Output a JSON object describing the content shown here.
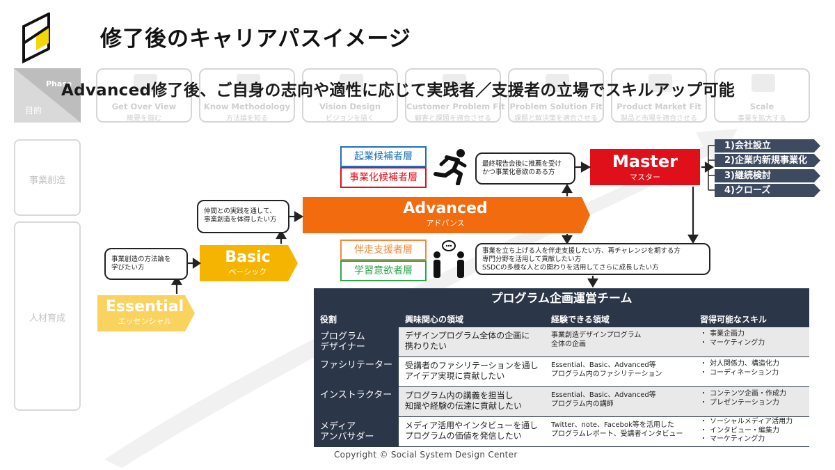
{
  "title": "修了後のキャリアパスイメージ",
  "banner": "Advanced修了後、ご自身の志向や適性に応じて実践者／支援者の立場でスキルアップ可能",
  "phase_header": {
    "phase": "Phase",
    "purpose": "目的"
  },
  "phases": [
    {
      "en": "Get Over View",
      "jp": "概要を掴む"
    },
    {
      "en": "Know Methodology",
      "jp": "方法論を知る"
    },
    {
      "en": "Vision Design",
      "jp": "ビジョンを描く"
    },
    {
      "en": "Customer Problem Fit",
      "jp": "顧客と課題を適合させる"
    },
    {
      "en": "Problem Solution Fit",
      "jp": "課題と解決策を適合させる"
    },
    {
      "en": "Product Market Fit",
      "jp": "製品と市場を適合させる"
    },
    {
      "en": "Scale",
      "jp": "事業を拡大する"
    }
  ],
  "side_labels": {
    "business": "事業創造",
    "talent": "人材育成"
  },
  "levels": {
    "essential": {
      "en": "Essential",
      "jp": "エッセンシャル"
    },
    "basic": {
      "en": "Basic",
      "jp": "ベーシック"
    },
    "advanced": {
      "en": "Advanced",
      "jp": "アドバンス"
    },
    "master": {
      "en": "Master",
      "jp": "マスター"
    }
  },
  "notes": {
    "essential": "事業創造の方法論を\n学びたい方",
    "basic": "仲間との実践を通して、\n事業創造を体得したい方",
    "master": "最終報告会後に推薦を受け\nかつ事業化意欲のある方",
    "support": "事業を立ち上げる人を伴走支援したい方、再チャレンジを期する方\n専門分野を活用して貢献したい方\nSSDCの多様な人との関わりを活用してさらに成長したい方"
  },
  "candidates": {
    "founder": "起業候補者層",
    "commercialize": "事業化候補者層",
    "supporter": "伴走支援者層",
    "learner": "学習意欲者層"
  },
  "goals": [
    "1)会社設立",
    "2)企業内新規事業化",
    "3)継続検討",
    "4)クローズ"
  ],
  "team": {
    "title": "プログラム企画運営チーム",
    "headers": [
      "役割",
      "興味関心の領域",
      "経験できる領域",
      "習得可能なスキル"
    ],
    "rows": [
      {
        "role": "プログラム\nデザイナー",
        "interest": "デザインプログラム全体の企画に\n携わりたい",
        "experience": "事業創造デザインプログラム\n全体の企画",
        "skills": [
          "事業企画力",
          "マーケティング力"
        ]
      },
      {
        "role": "ファシリテーター",
        "interest": "受講者のファシリテーションを通し\nアイデア実現に貢献したい",
        "experience": "Essential、Basic、Advanced等\nプログラム内のファシリテーション",
        "skills": [
          "対人関係力、構造化力",
          "コーディネーション力"
        ]
      },
      {
        "role": "インストラクター",
        "interest": "プログラム内の講義を担当し\n知識や経験の伝達に貢献したい",
        "experience": "Essential、Basic、Advanced等\nプログラム内の講師",
        "skills": [
          "コンテンツ企画・作成力",
          "プレゼンテーション力"
        ]
      },
      {
        "role": "メディア\nアンバサダー",
        "interest": "メディア活用やインタビューを通し\nプログラムの価値を発信したい",
        "experience": "Twitter、note、Facebok等を活用した\nプログラムレポート、受講者インタビュー",
        "skills": [
          "ソーシャルメディア活用力",
          "インタビュー・編集力",
          "マーケティング力"
        ]
      }
    ]
  },
  "copyright": "Copyright © Social System Design Center",
  "colors": {
    "essential": "#f9d35e",
    "basic": "#f4b400",
    "advanced": "#f26b0f",
    "master": "#e0101a",
    "team": "#2b3648",
    "goal": "#3d4a60",
    "blue": "#1e6fbf",
    "red": "#e0101a",
    "orange": "#ef8a3a",
    "green": "#2ea44f"
  }
}
